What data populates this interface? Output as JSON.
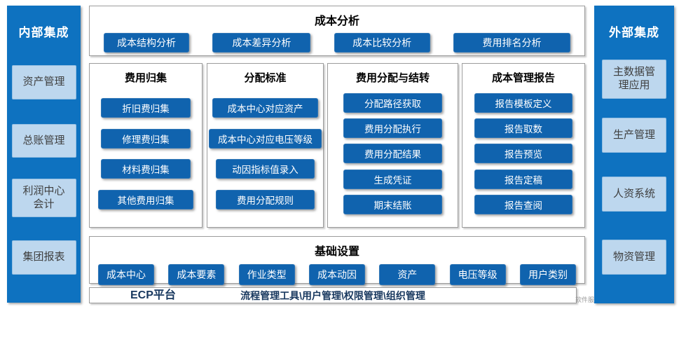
{
  "colors": {
    "sidebar_blue": "#0e72c0",
    "button_blue": "#1063ae",
    "light_item_blue": "#bdd7ee",
    "platform_text_navy": "#17375e"
  },
  "left_sidebar": {
    "title": "内部集成",
    "items": [
      "资产管理",
      "总账管理",
      "利润中心会计",
      "集团报表"
    ]
  },
  "right_sidebar": {
    "title": "外部集成",
    "items": [
      "主数据管理应用",
      "生产管理",
      "人资系统",
      "物资管理"
    ]
  },
  "cost_analysis": {
    "title": "成本分析",
    "buttons": [
      "成本结构分析",
      "成本差异分析",
      "成本比较分析",
      "费用排名分析"
    ]
  },
  "columns": [
    {
      "title": "费用归集",
      "buttons": [
        "折旧费归集",
        "修理费归集",
        "材料费归集",
        "其他费用归集"
      ]
    },
    {
      "title": "分配标准",
      "buttons": [
        "成本中心对应资产",
        "成本中心对应电压等级",
        "动因指标值录入",
        "费用分配规则"
      ]
    },
    {
      "title": "费用分配与结转",
      "buttons": [
        "分配路径获取",
        "费用分配执行",
        "费用分配结果",
        "生成凭证",
        "期末结账"
      ]
    },
    {
      "title": "成本管理报告",
      "buttons": [
        "报告模板定义",
        "报告取数",
        "报告预览",
        "报告定稿",
        "报告查阅"
      ]
    }
  ],
  "basic_settings": {
    "title": "基础设置",
    "buttons": [
      "成本中心",
      "成本要素",
      "作业类型",
      "成本动因",
      "资产",
      "电压等级",
      "用户类别"
    ]
  },
  "platform_bar": {
    "name": "ECP平台",
    "modules": "流程管理工具\\用户管理\\权限管理\\组织管理"
  },
  "watermark": {
    "text": "软件服"
  }
}
